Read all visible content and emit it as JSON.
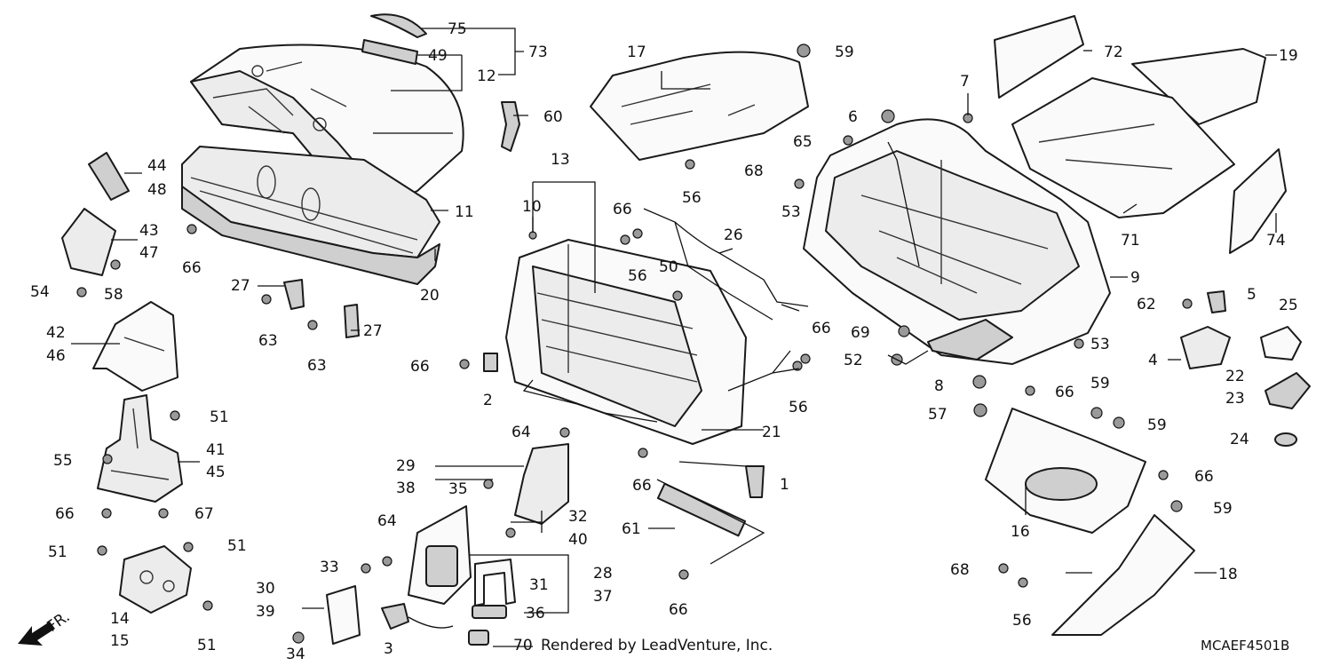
{
  "labels": {
    "l1": "1",
    "l2": "2",
    "l3": "3",
    "l4": "4",
    "l5": "5",
    "l6": "6",
    "l7": "7",
    "l8": "8",
    "l9": "9",
    "l10": "10",
    "l11": "11",
    "l12": "12",
    "l13": "13",
    "l14": "14",
    "l15": "15",
    "l16": "16",
    "l17": "17",
    "l18": "18",
    "l19": "19",
    "l20": "20",
    "l21": "21",
    "l22": "22",
    "l23": "23",
    "l24": "24",
    "l25": "25",
    "l26": "26",
    "l27a": "27",
    "l27b": "27",
    "l28": "28",
    "l29": "29",
    "l30": "30",
    "l31": "31",
    "l32": "32",
    "l33": "33",
    "l34": "34",
    "l35": "35",
    "l36": "36",
    "l37": "37",
    "l38": "38",
    "l39": "39",
    "l40": "40",
    "l41": "41",
    "l42": "42",
    "l43": "43",
    "l44": "44",
    "l45": "45",
    "l46": "46",
    "l47": "47",
    "l48": "48",
    "l49": "49",
    "l50": "50",
    "l51a": "51",
    "l51b": "51",
    "l51c": "51",
    "l51d": "51",
    "l52": "52",
    "l53a": "53",
    "l53b": "53",
    "l54": "54",
    "l55": "55",
    "l56a": "56",
    "l56b": "56",
    "l56c": "56",
    "l56d": "56",
    "l57": "57",
    "l58": "58",
    "l59a": "59",
    "l59b": "59",
    "l59c": "59",
    "l59d": "59",
    "l60": "60",
    "l61": "61",
    "l62": "62",
    "l63a": "63",
    "l63b": "63",
    "l64a": "64",
    "l64b": "64",
    "l65": "65",
    "l66a": "66",
    "l66b": "66",
    "l66c": "66",
    "l66d": "66",
    "l66e": "66",
    "l66f": "66",
    "l66g": "66",
    "l66h": "66",
    "l66i": "66",
    "l67": "67",
    "l68a": "68",
    "l68b": "68",
    "l69": "69",
    "l70": "70",
    "l71": "71",
    "l72": "72",
    "l73": "73",
    "l74": "74",
    "l75": "75"
  },
  "footer": {
    "rendered_by": "Rendered by LeadVenture, Inc.",
    "diagram_code": "MCAEF4501B",
    "direction": "FR."
  }
}
